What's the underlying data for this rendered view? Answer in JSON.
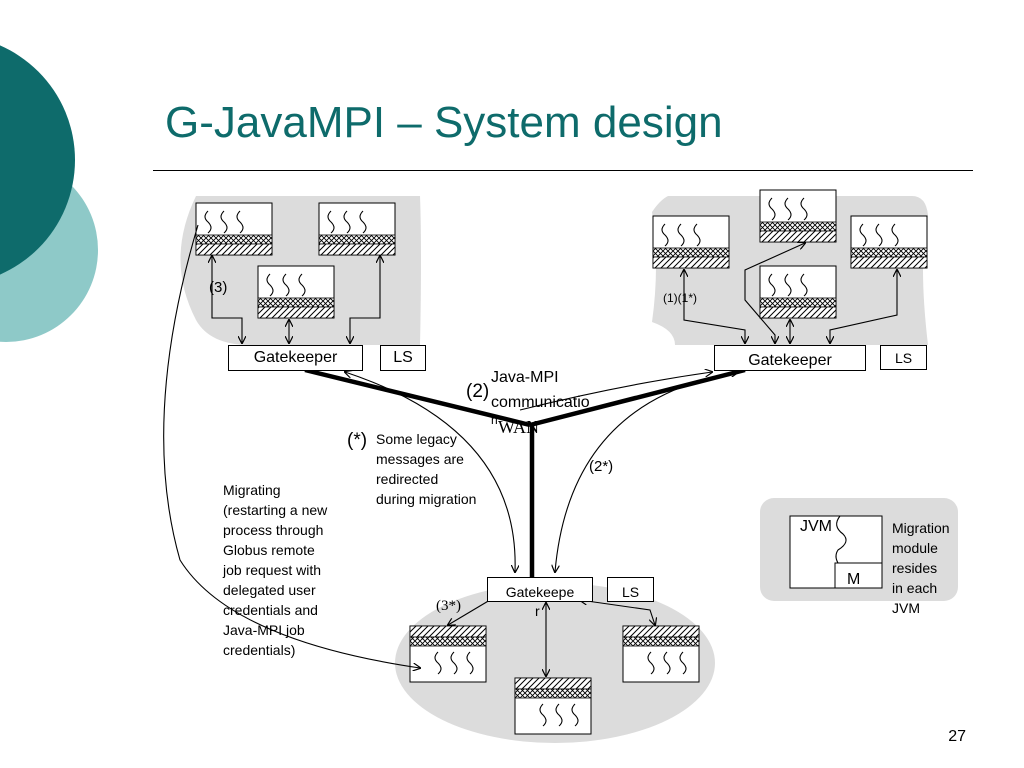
{
  "slide": {
    "title": "G-JavaMPI – System design",
    "page_number": "27"
  },
  "diagram": {
    "left_cluster": {
      "gatekeeper": "Gatekeeper",
      "ls": "LS",
      "step_label": "(3)"
    },
    "right_cluster": {
      "gatekeeper": "Gatekeeper",
      "ls": "LS",
      "step_label": "(1)(1*)"
    },
    "bottom_cluster": {
      "gatekeeper": "Gatekeepe",
      "gatekeeper_wrap": "r",
      "ls": "LS",
      "step_label": "(3*)"
    },
    "wan": {
      "label": "WAN",
      "comm_number": "(2)",
      "comm_line1": "Java-MPI",
      "comm_line2": "communicatio",
      "comm_line3": "n"
    },
    "legacy": {
      "marker": "(*)",
      "lines": [
        "Some legacy",
        "messages are",
        "redirected",
        "during migration"
      ]
    },
    "second_star": "(2*)",
    "migrating": {
      "lines": [
        "Migrating",
        "(restarting a new",
        "process through",
        "Globus remote",
        "job request with",
        "delegated user",
        "credentials and",
        "Java-MPI job",
        "credentials)"
      ]
    },
    "legend": {
      "jvm": "JVM",
      "module": "M",
      "lines": [
        "Migration",
        "module",
        "resides",
        "in each",
        "JVM"
      ]
    }
  },
  "colors": {
    "title": "#0e6b6b",
    "circle_dark": "#0e6b6b",
    "circle_light": "#8ec9c8",
    "cluster_bg": "#dcdcdc"
  }
}
